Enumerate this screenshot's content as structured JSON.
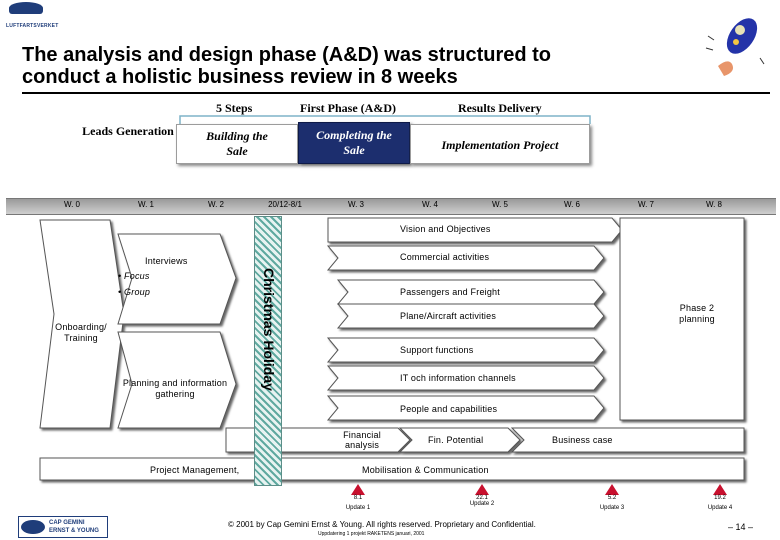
{
  "header": {
    "logo_text": "LUFTFARTSVERKET",
    "title_line1": "The analysis and design phase (A&D) was structured to",
    "title_line2": "conduct a holistic business review in 8 weeks"
  },
  "phases": {
    "steps": "5 Steps",
    "first_phase": "First Phase (A&D)",
    "results": "Results Delivery"
  },
  "stages": {
    "leads": "Leads Generation",
    "building": "Building the Sale",
    "completing": "Completing the Sale",
    "implementation": "Implementation Project"
  },
  "weeks": [
    "W. 0",
    "W. 1",
    "W. 2",
    "20/12-8/1",
    "W. 3",
    "W. 4",
    "W. 5",
    "W. 6",
    "W. 7",
    "W. 8"
  ],
  "activities": {
    "interviews": "Interviews",
    "focus": "• Focus",
    "group": "• Group",
    "onboarding": "Onboarding/ Training",
    "planning": "Planning and information gathering",
    "christmas": "Christmas Holiday",
    "vision": "Vision and Objectives",
    "commercial": "Commercial activities",
    "passengers": "Passengers and Freight",
    "plane": "Plane/Aircraft activities",
    "support": "Support functions",
    "it": "IT och information channels",
    "people": "People and capabilities",
    "financial": "Financial analysis",
    "fin_potential": "Fin. Potential",
    "business_case": "Business case",
    "phase2": "Phase 2 planning",
    "project_mgmt": "Project Management,",
    "mobilisation": "Mobilisation & Communication"
  },
  "milestones": [
    {
      "date": "8.1",
      "label": "Update 1"
    },
    {
      "date": "22.1",
      "label": "Update 2"
    },
    {
      "date": "5.2",
      "label": "Update 3"
    },
    {
      "date": "19.2",
      "label": "Update 4"
    }
  ],
  "footer": {
    "logo_line1": "CAP GEMINI",
    "logo_line2": "ERNST & YOUNG",
    "copyright": "© 2001 by Cap Gemini Ernst & Young. All rights reserved. Proprietary and Confidential.",
    "subnote": "Uppdatering 1 projekt RAKETENS januari, 2001",
    "page": "– 14 –"
  },
  "colors": {
    "navy": "#1c2e6e",
    "milestone": "#c8102e",
    "holiday": "#5fa9a0"
  }
}
